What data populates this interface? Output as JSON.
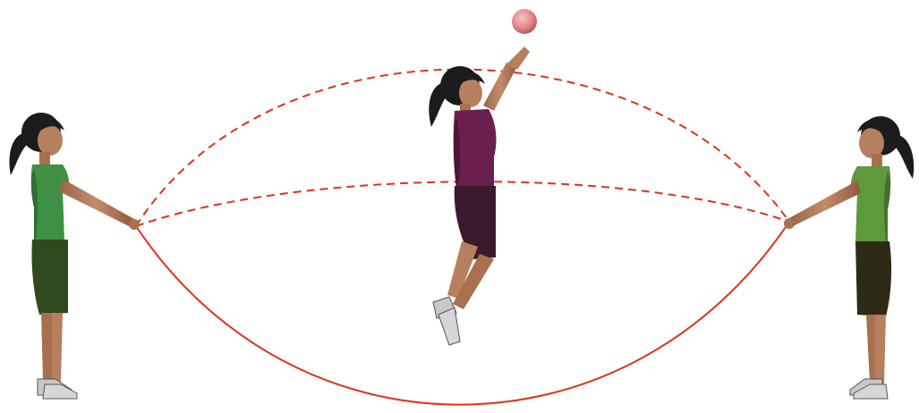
{
  "scene": {
    "description_items": [],
    "colors": {
      "background": "#ffffff",
      "rope": "#e0321c",
      "left_shirt": "#3f8f45",
      "right_shirt": "#5e9a3c",
      "shorts_left": "#2f4a1c",
      "shorts_right": "#2e2a18",
      "jumper_shirt": "#6a1f4d",
      "jumper_shorts": "#3a1a2c",
      "skin": "#b6805f",
      "hair": "#1c1c1c",
      "ball": "#e58a8c",
      "shoe": "#c8c8c8"
    },
    "figures": [
      {
        "name": "left-rope-holder",
        "icon": "person-standing-icon"
      },
      {
        "name": "jumper",
        "icon": "person-jumping-icon"
      },
      {
        "name": "right-rope-holder",
        "icon": "person-standing-icon"
      }
    ],
    "objects": [
      {
        "name": "ball",
        "icon": "ball-icon"
      },
      {
        "name": "rope-solid-lower-arc"
      },
      {
        "name": "rope-dashed-middle-arc"
      },
      {
        "name": "rope-dashed-upper-arc"
      }
    ]
  }
}
